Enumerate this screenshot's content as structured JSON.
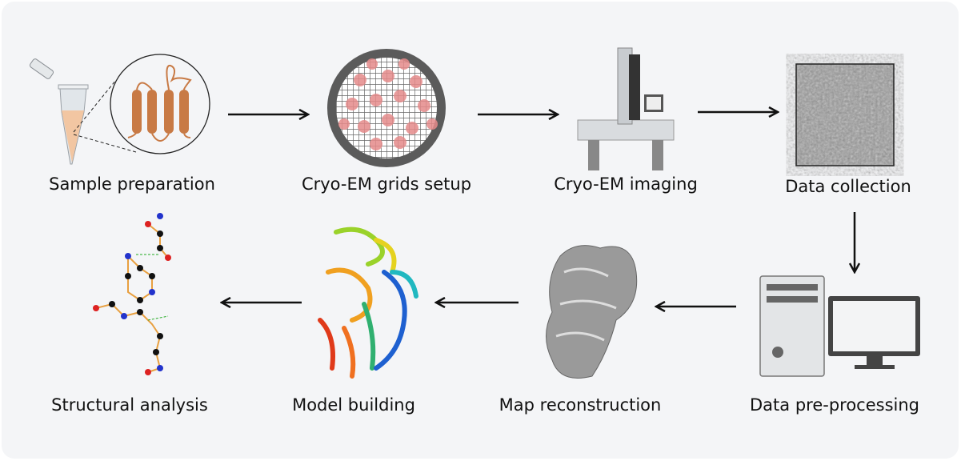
{
  "steps": {
    "sample_preparation": "Sample preparation",
    "grids_setup": "Cryo-EM grids setup",
    "imaging": "Cryo-EM imaging",
    "data_collection": "Data collection",
    "pre_processing": "Data pre-processing",
    "map_reconstruction": "Map reconstruction",
    "model_building": "Model building",
    "structural_analysis": "Structural analysis"
  },
  "colors": {
    "background": "#f4f5f7",
    "protein": "#c87a45",
    "grid_spot": "#e58a8a",
    "arrow": "#111111"
  }
}
